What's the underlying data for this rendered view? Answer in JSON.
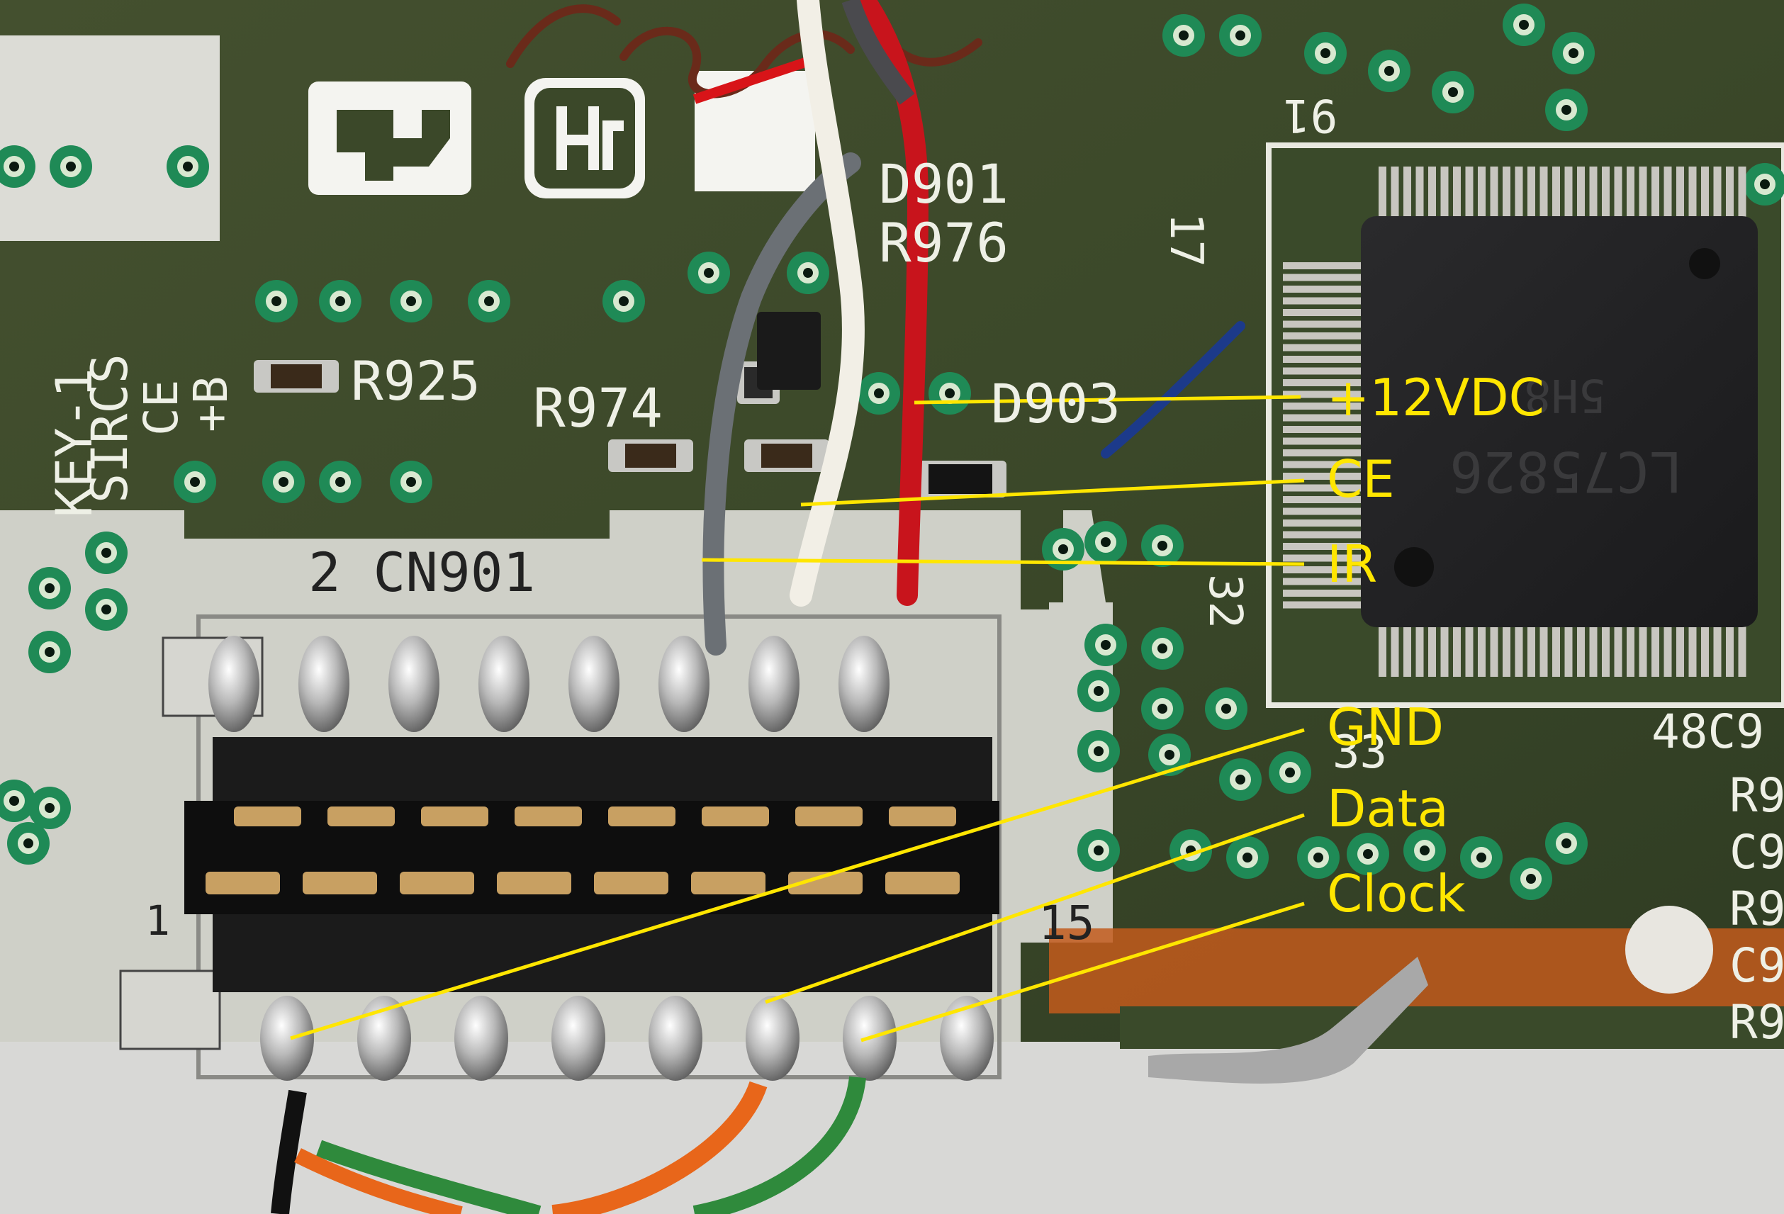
{
  "pcb_labels": {
    "key": "KEY-1",
    "sircs": "SIRCS",
    "ce": "CE",
    "plus_b": "+B",
    "r925": "R925",
    "r974": "R974",
    "d901": "D901",
    "r976": "R976",
    "d903": "D903",
    "cn901": "2 CN901",
    "pin1": "1",
    "pin15": "15",
    "pin91": "91",
    "pin17": "17",
    "pin32": "32",
    "pin33": "33",
    "pin48": "48C9",
    "r9a": "R9",
    "c9a": "C9",
    "r9b": "R9",
    "c9b": "C9",
    "r9c": "R9",
    "chip_marking": "LC75826",
    "chip_sub": "5H8"
  },
  "annotations": {
    "v12": "+12VDC",
    "ce": "CE",
    "ir": "IR",
    "gnd": "GND",
    "data": "Data",
    "clock": "Clock"
  },
  "colors": {
    "annotation": "#ffe600",
    "board": "#3b4a2a",
    "silkscreen": "#eef0e6",
    "wire_gray": "#6b7075",
    "wire_white": "#f2efe6",
    "wire_red": "#c8141c",
    "wire_orange": "#e8661a",
    "wire_green": "#2f8a3c",
    "wire_black": "#111111"
  }
}
